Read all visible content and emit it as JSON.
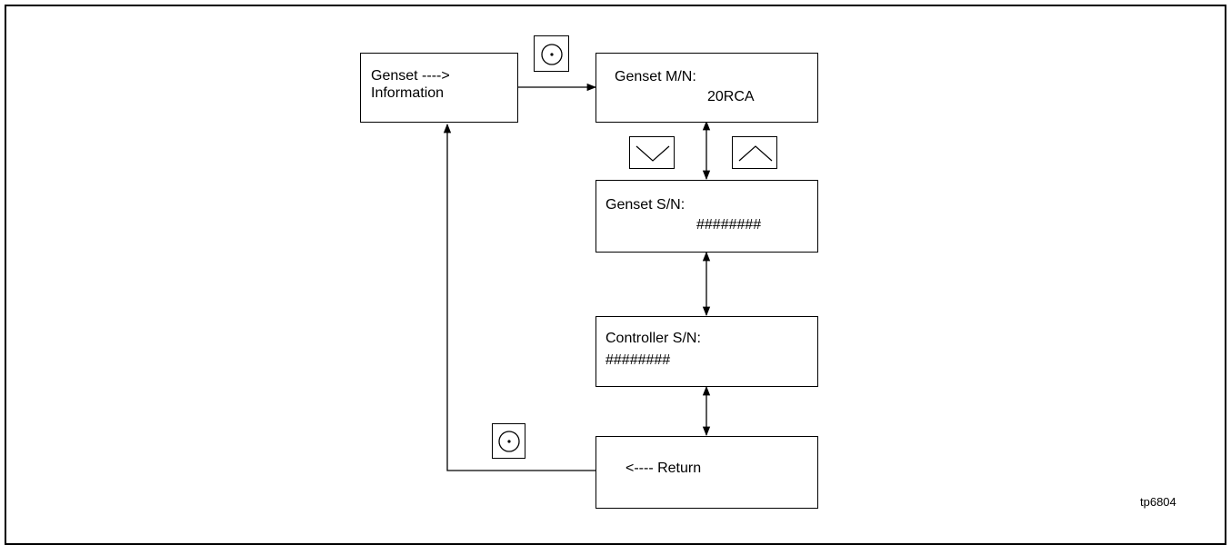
{
  "diagram": {
    "ref_code": "tp6804",
    "boxes": {
      "genset_info": {
        "line1": "Genset ---->",
        "line2": "Information"
      },
      "genset_mn": {
        "line1": "Genset M/N:",
        "line2": "20RCA"
      },
      "genset_sn": {
        "line1": "Genset S/N:",
        "line2": "########"
      },
      "controller_sn": {
        "line1": "Controller S/N:",
        "line2": "########"
      },
      "return": {
        "line1": "<---- Return"
      }
    },
    "buttons": {
      "select_top": "select-button-icon",
      "down": "down-arrow-button-icon",
      "up": "up-arrow-button-icon",
      "select_bottom": "select-button-icon"
    }
  }
}
